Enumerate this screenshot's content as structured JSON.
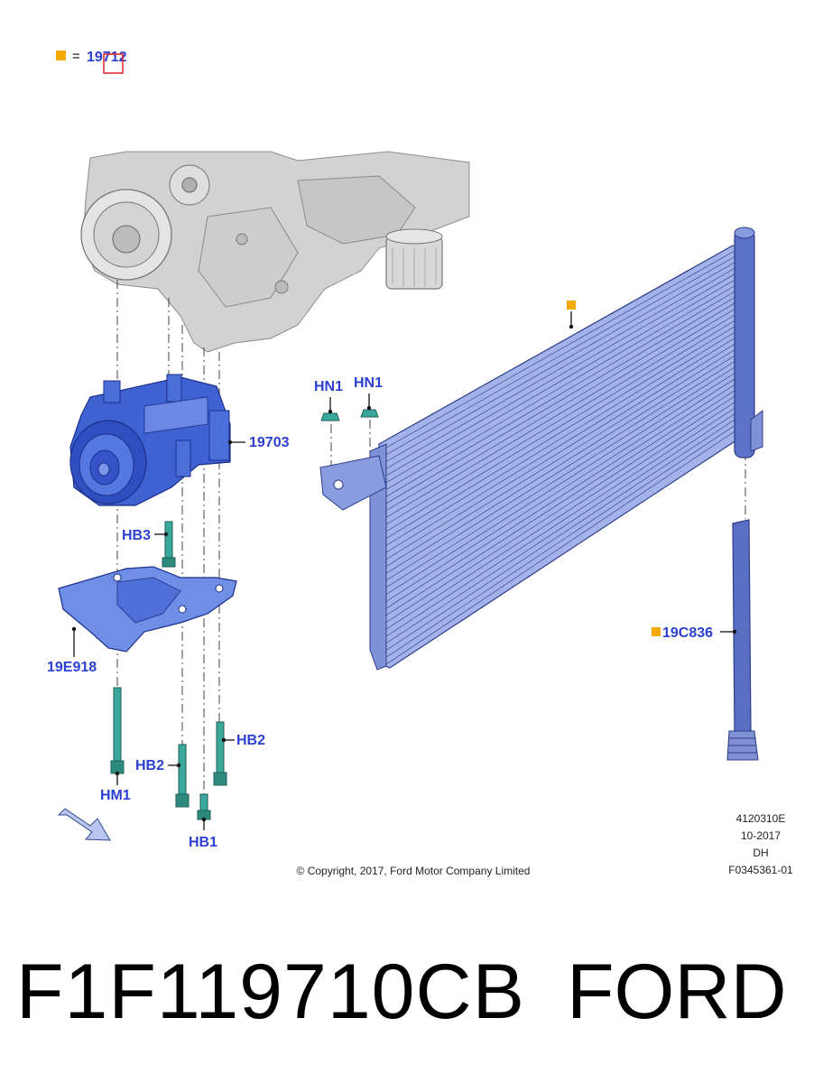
{
  "legend": {
    "marker_color": "#f5a800",
    "equals": "=",
    "ref": "19712"
  },
  "callouts": {
    "c19703": "19703",
    "hb3": "HB3",
    "c19e918": "19E918",
    "hm1": "HM1",
    "hb2_left": "HB2",
    "hb2_right": "HB2",
    "hb1": "HB1",
    "hn1_left": "HN1",
    "hn1_right": "HN1",
    "c19c836": "19C836"
  },
  "info_block": {
    "line1": "4120310E",
    "line2": "10-2017",
    "line3": "DH",
    "line4": "F0345361-01"
  },
  "copyright": "© Copyright, 2017, Ford Motor Company Limited",
  "footer": {
    "part_number": "F1F119710CB",
    "brand": "FORD"
  },
  "colors": {
    "callout": "#2b3fd1",
    "part_blue": "#4a6fd8",
    "condenser_blue": "#8f9fe0",
    "hardware_teal": "#3aa89a",
    "engine_gray": "#c8c8c8"
  }
}
